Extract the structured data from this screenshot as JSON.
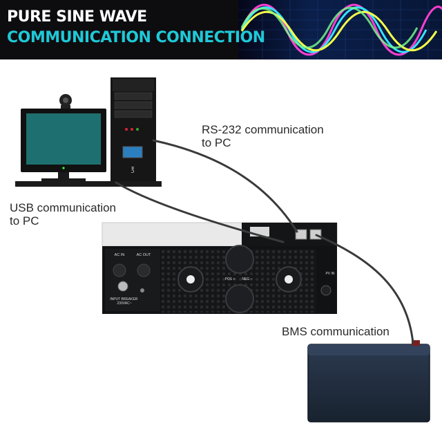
{
  "banner": {
    "title_line1": "PURE SINE WAVE",
    "title_line2": "COMMUNICATION CONNECTION",
    "colors": {
      "background": "#0d0d10",
      "line1": "#ffffff",
      "line2": "#1fc9d8",
      "wave_panel": "#0a1f4a"
    }
  },
  "labels": {
    "rs232": [
      "RS-232 communication",
      "to PC"
    ],
    "usb": [
      "USB communication",
      "to PC"
    ],
    "bms": "BMS communication"
  },
  "inverter": {
    "ac_in": "AC IN",
    "ac_out": "AC OUT",
    "input_breaker": [
      "INPUT BREAKER",
      "230VAC~"
    ],
    "pos": "POS +",
    "neg": "NEG −",
    "pv_in": "PV IN"
  },
  "colors": {
    "cable": "#3a3a3a",
    "inverter_body": "#111214",
    "battery_body": "#1f2b3d",
    "monitor_screen": "#1e6f6f"
  }
}
